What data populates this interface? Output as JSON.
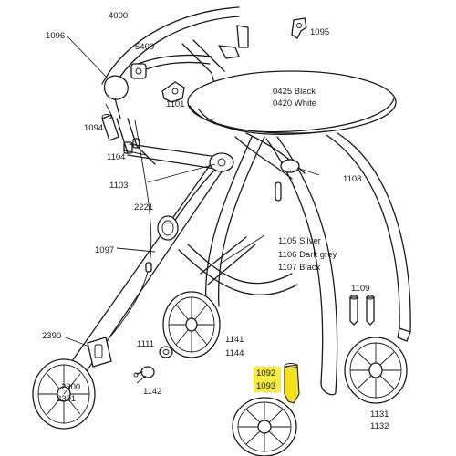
{
  "labels": {
    "l4000": "4000",
    "l1096": "1096",
    "l5400": "5400",
    "l1095": "1095",
    "l1101": "1101",
    "l0425": "0425 Black",
    "l0420": "0420 White",
    "l1094": "1094",
    "l1104": "1104",
    "l1103": "1103",
    "l1108": "1108",
    "l2221": "2221",
    "l1105": "1105 Silver",
    "l1106": "1106 Dark grey",
    "l1107": "1107 Black",
    "l1097": "1097",
    "l1109": "1109",
    "l2390": "2390",
    "l1111": "1111",
    "l1141": "1141",
    "l1144": "1144",
    "l1092": "1092",
    "l1093": "1093",
    "l2300": "2300",
    "l2301": "2301",
    "l1142": "1142",
    "l1131": "1131",
    "l1132": "1132"
  },
  "colors": {
    "highlight": "#f4e300",
    "line": "#1a1a1a",
    "background": "#ffffff"
  }
}
